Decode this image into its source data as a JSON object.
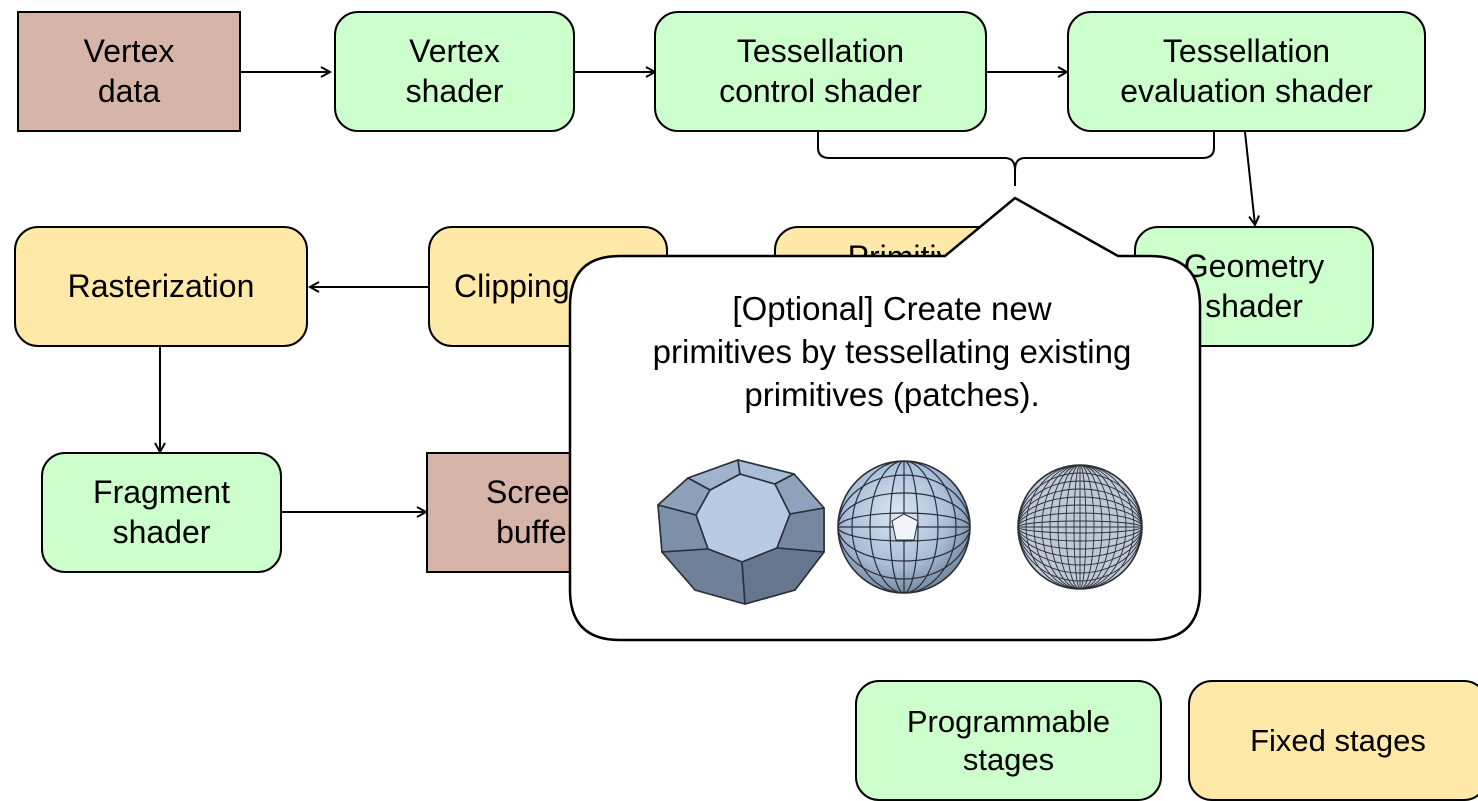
{
  "nodes": {
    "vertex_data": "Vertex\ndata",
    "vertex_shader": "Vertex\nshader",
    "tess_control": "Tessellation\ncontrol shader",
    "tess_eval": "Tessellation\nevaluation shader",
    "geometry_shader": "Geometry\nshader",
    "primitive_assembly": "Primitive",
    "clipping": "Clipping",
    "rasterization": "Rasterization",
    "fragment_shader": "Fragment\nshader",
    "screen_buffer": "Screen\nbuffer"
  },
  "callout": {
    "text": "[Optional] Create new\nprimitives by tessellating existing\nprimitives (patches)."
  },
  "legend": {
    "programmable": "Programmable\nstages",
    "fixed": "Fixed stages"
  },
  "colors": {
    "programmable": "#ccffcc",
    "fixed": "#ffe9a8",
    "data": "#d6b4a8",
    "sphere_fill": "#a9bed8",
    "sphere_dark": "#6d7f96"
  }
}
